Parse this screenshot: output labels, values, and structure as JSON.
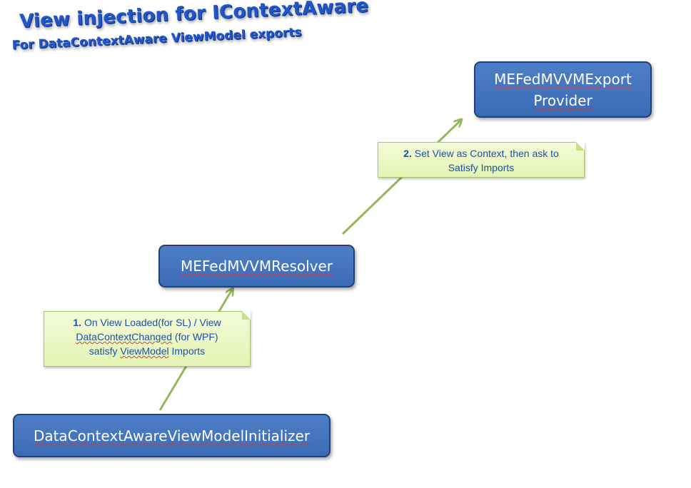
{
  "title": {
    "main": "View injection for IContextAware",
    "subtitle": "For DataContextAware ViewModel exports"
  },
  "nodes": {
    "export_provider": {
      "line1": "MEFedMVVMExport",
      "line2": "Provider"
    },
    "resolver": {
      "label": "MEFedMVVMResolver"
    },
    "initializer": {
      "label": "DataContextAwareViewModelInitializer"
    }
  },
  "notes": {
    "step1": {
      "number": "1.",
      "line1": "On View Loaded(for SL) / View",
      "line2_a": "DataContextChanged",
      "line2_b": " (for WPF)",
      "line3_a": "satisfy ",
      "line3_b": "ViewModel",
      "line3_c": " Imports"
    },
    "step2": {
      "number": "2.",
      "line1": " Set View as Context, then ask to",
      "line2": "Satisfy Imports"
    }
  },
  "colors": {
    "box_fill": "#4472c4",
    "note_fill": "#ebf7c4",
    "arrow": "#93b85a",
    "title": "#1f56c9"
  }
}
